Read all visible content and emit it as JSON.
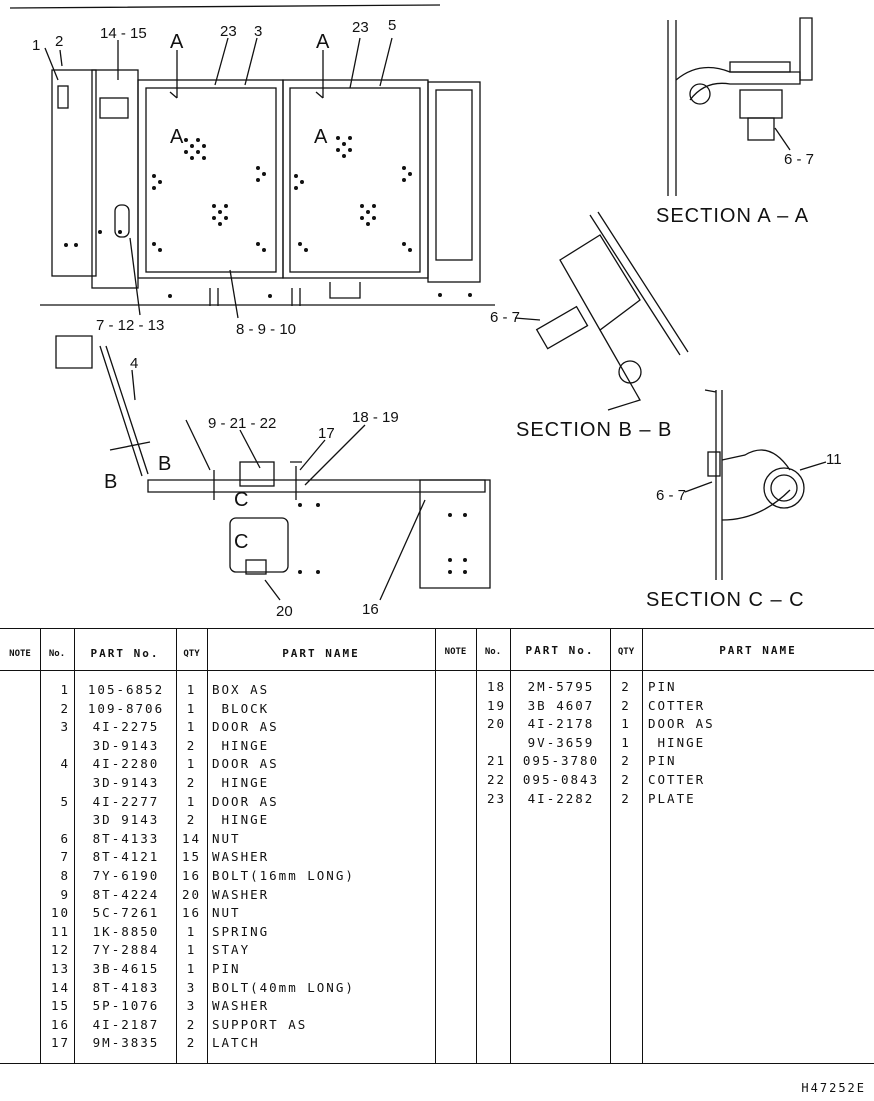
{
  "drawing": {
    "callouts": {
      "c1": "1",
      "c2": "2",
      "c14_15": "14 - 15",
      "c23a": "23",
      "c3": "3",
      "c23b": "23",
      "c5": "5",
      "cA1": "A",
      "cA2": "A",
      "cA3": "A",
      "cA4": "A",
      "c7_12_13": "7 - 12 - 13",
      "c8_9_10": "8 - 9 - 10",
      "c4": "4",
      "cB1": "B",
      "cB2": "B",
      "c9_21_22": "9 - 21 - 22",
      "c17": "17",
      "c18_19": "18 - 19",
      "cC1": "C",
      "cC2": "C",
      "c20": "20",
      "c16": "16",
      "c6_7a": "6 - 7",
      "c6_7b": "6 - 7",
      "c6_7c": "6 - 7",
      "c11": "11"
    },
    "sections": {
      "aa": "SECTION  A  –  A",
      "bb": "SECTION  B  –  B",
      "cc": "SECTION  C  –  C"
    }
  },
  "table": {
    "headers": {
      "note": "NOTE",
      "no": "No.",
      "part_no": "PART No.",
      "qty": "QTY",
      "part_name": "PART NAME"
    },
    "left": [
      {
        "no": "1",
        "part": "105-6852",
        "qty": "1",
        "name": "BOX AS"
      },
      {
        "no": "2",
        "part": "109-8706",
        "qty": "1",
        "name": " BLOCK"
      },
      {
        "no": "3",
        "part": "4I-2275",
        "qty": "1",
        "name": "DOOR AS"
      },
      {
        "no": "",
        "part": "3D-9143",
        "qty": "2",
        "name": " HINGE"
      },
      {
        "no": "4",
        "part": "4I-2280",
        "qty": "1",
        "name": "DOOR AS"
      },
      {
        "no": "",
        "part": "3D-9143",
        "qty": "2",
        "name": " HINGE"
      },
      {
        "no": "5",
        "part": "4I-2277",
        "qty": "1",
        "name": "DOOR AS"
      },
      {
        "no": "",
        "part": "3D 9143",
        "qty": "2",
        "name": " HINGE"
      },
      {
        "no": "6",
        "part": "8T-4133",
        "qty": "14",
        "name": "NUT"
      },
      {
        "no": "7",
        "part": "8T-4121",
        "qty": "15",
        "name": "WASHER"
      },
      {
        "no": "8",
        "part": "7Y-6190",
        "qty": "16",
        "name": "BOLT(16mm LONG)"
      },
      {
        "no": "9",
        "part": "8T-4224",
        "qty": "20",
        "name": "WASHER"
      },
      {
        "no": "10",
        "part": "5C-7261",
        "qty": "16",
        "name": "NUT"
      },
      {
        "no": "11",
        "part": "1K-8850",
        "qty": "1",
        "name": "SPRING"
      },
      {
        "no": "12",
        "part": "7Y-2884",
        "qty": "1",
        "name": "STAY"
      },
      {
        "no": "13",
        "part": "3B-4615",
        "qty": "1",
        "name": "PIN"
      },
      {
        "no": "14",
        "part": "8T-4183",
        "qty": "3",
        "name": "BOLT(40mm LONG)"
      },
      {
        "no": "15",
        "part": "5P-1076",
        "qty": "3",
        "name": "WASHER"
      },
      {
        "no": "16",
        "part": "4I-2187",
        "qty": "2",
        "name": "SUPPORT AS"
      },
      {
        "no": "17",
        "part": "9M-3835",
        "qty": "2",
        "name": "LATCH"
      }
    ],
    "right": [
      {
        "no": "18",
        "part": "2M-5795",
        "qty": "2",
        "name": "PIN"
      },
      {
        "no": "19",
        "part": "3B 4607",
        "qty": "2",
        "name": "COTTER"
      },
      {
        "no": "20",
        "part": "4I-2178",
        "qty": "1",
        "name": "DOOR AS"
      },
      {
        "no": "",
        "part": "9V-3659",
        "qty": "1",
        "name": " HINGE"
      },
      {
        "no": "21",
        "part": "095-3780",
        "qty": "2",
        "name": "PIN"
      },
      {
        "no": "22",
        "part": "095-0843",
        "qty": "2",
        "name": "COTTER"
      },
      {
        "no": "23",
        "part": "4I-2282",
        "qty": "2",
        "name": "PLATE"
      }
    ]
  },
  "drawing_code": "H47252E"
}
